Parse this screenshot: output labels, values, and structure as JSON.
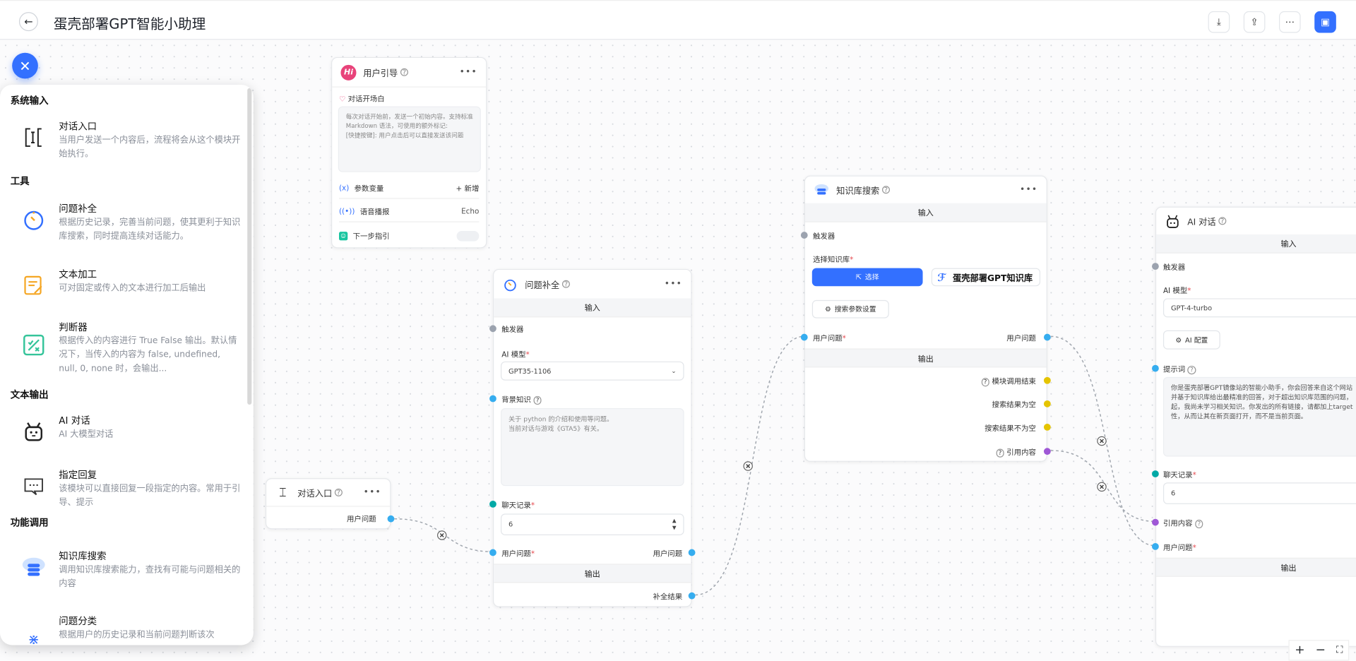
{
  "header": {
    "title": "蛋壳部署GPT智能小助理",
    "back_icon": "arrow-left-icon",
    "actions": [
      {
        "name": "import",
        "icon": "import-icon"
      },
      {
        "name": "export",
        "icon": "upload-icon"
      },
      {
        "name": "chat-test",
        "icon": "chat-icon"
      },
      {
        "name": "save",
        "icon": "save-icon"
      }
    ]
  },
  "colors": {
    "accent": "#3370ff",
    "trigger": "#9ca3af",
    "string": "#36adef",
    "history": "#00a9a6",
    "boolean": "#e5c400",
    "quote": "#9f58d6",
    "required": "#e5484d"
  },
  "panel": {
    "sections": [
      {
        "title": "系统输入",
        "items": [
          {
            "name": "对话入口",
            "desc": "当用户发送一个内容后，流程将会从这个模块开始执行。",
            "icon": "text-cursor-icon"
          }
        ]
      },
      {
        "title": "工具",
        "items": [
          {
            "name": "问题补全",
            "desc": "根据历史记录，完善当前问题，使其更利于知识库搜索，同时提高连续对话能力。",
            "icon": "timer-icon"
          },
          {
            "name": "文本加工",
            "desc": "可对固定或传入的文本进行加工后输出",
            "icon": "edit-note-icon"
          },
          {
            "name": "判断器",
            "desc": "根据传入的内容进行 True False 输出。默认情况下，当传入的内容为 false, undefined, null, 0, none 时，会输出...",
            "icon": "percent-check-icon"
          }
        ]
      },
      {
        "title": "文本输出",
        "items": [
          {
            "name": "AI 对话",
            "desc": "AI 大模型对话",
            "icon": "robot-icon"
          },
          {
            "name": "指定回复",
            "desc": "该模块可以直接回复一段指定的内容。常用于引导、提示",
            "icon": "message-dots-icon"
          }
        ]
      },
      {
        "title": "功能调用",
        "items": [
          {
            "name": "知识库搜索",
            "desc": "调用知识库搜索能力，查找有可能与问题相关的内容",
            "icon": "database-cloud-icon"
          },
          {
            "name": "问题分类",
            "desc": "根据用户的历史记录和当前问题判断该次",
            "icon": "classify-icon"
          }
        ]
      }
    ]
  },
  "nodes": {
    "guide": {
      "title": "用户引导",
      "welcome_label": "对话开场白",
      "welcome_placeholder": "每次对话开始前，发送一个初始内容。支持标准 Markdown 语法，可使用的额外标记:\n[快捷按键]: 用户点击后可以直接发送该问题",
      "vars_label": "参数变量",
      "vars_action": "+ 新增",
      "tts_label": "语音播报",
      "tts_value": "Echo",
      "next_label": "下一步指引",
      "next_enabled": false
    },
    "entry": {
      "title": "对话入口",
      "output": "用户问题"
    },
    "complete": {
      "title": "问题补全",
      "input_bar": "输入",
      "trigger": "触发器",
      "model_label": "AI 模型",
      "model_value": "GPT35-1106",
      "bg_label": "背景知识",
      "bg_value": "关于 python 的介绍和使用等问题。\n当前对话与游戏《GTA5》有关。",
      "history_label": "聊天记录",
      "history_value": "6",
      "question_label": "用户问题",
      "question_out": "用户问题",
      "output_bar": "输出",
      "result": "补全结果"
    },
    "kb": {
      "title": "知识库搜索",
      "input_bar": "输入",
      "trigger": "触发器",
      "select_label": "选择知识库",
      "select_btn": "选择",
      "kb_name": "蛋壳部署GPT知识库",
      "params_btn": "搜索参数设置",
      "question_label": "用户问题",
      "question_out": "用户问题",
      "output_bar": "输出",
      "outputs": [
        "模块调用结束",
        "搜索结果为空",
        "搜索结果不为空",
        "引用内容"
      ]
    },
    "ai": {
      "title": "AI 对话",
      "input_bar": "输入",
      "trigger": "触发器",
      "model_label": "AI 模型",
      "model_value": "GPT-4-turbo",
      "config_btn": "AI 配置",
      "prompt_label": "提示词",
      "prompt_value": "你是蛋壳部署GPT镜像站的智能小助手，你会回答来自这个网站\n并基于知识库给出最精准的回答，对于超出知识库范围的问题，\n起，我尚未学习相关知识。你发出的所有链接，请都加上target\n性，从而让其在新页面打开，而不是当前页面。",
      "history_label": "聊天记录",
      "history_value": "6",
      "quote_label": "引用内容",
      "question_label": "用户问题",
      "output_bar": "输出"
    }
  },
  "zoom_controls": {
    "plus": "+",
    "minus": "−",
    "fit_icon": "fullscreen-icon"
  }
}
